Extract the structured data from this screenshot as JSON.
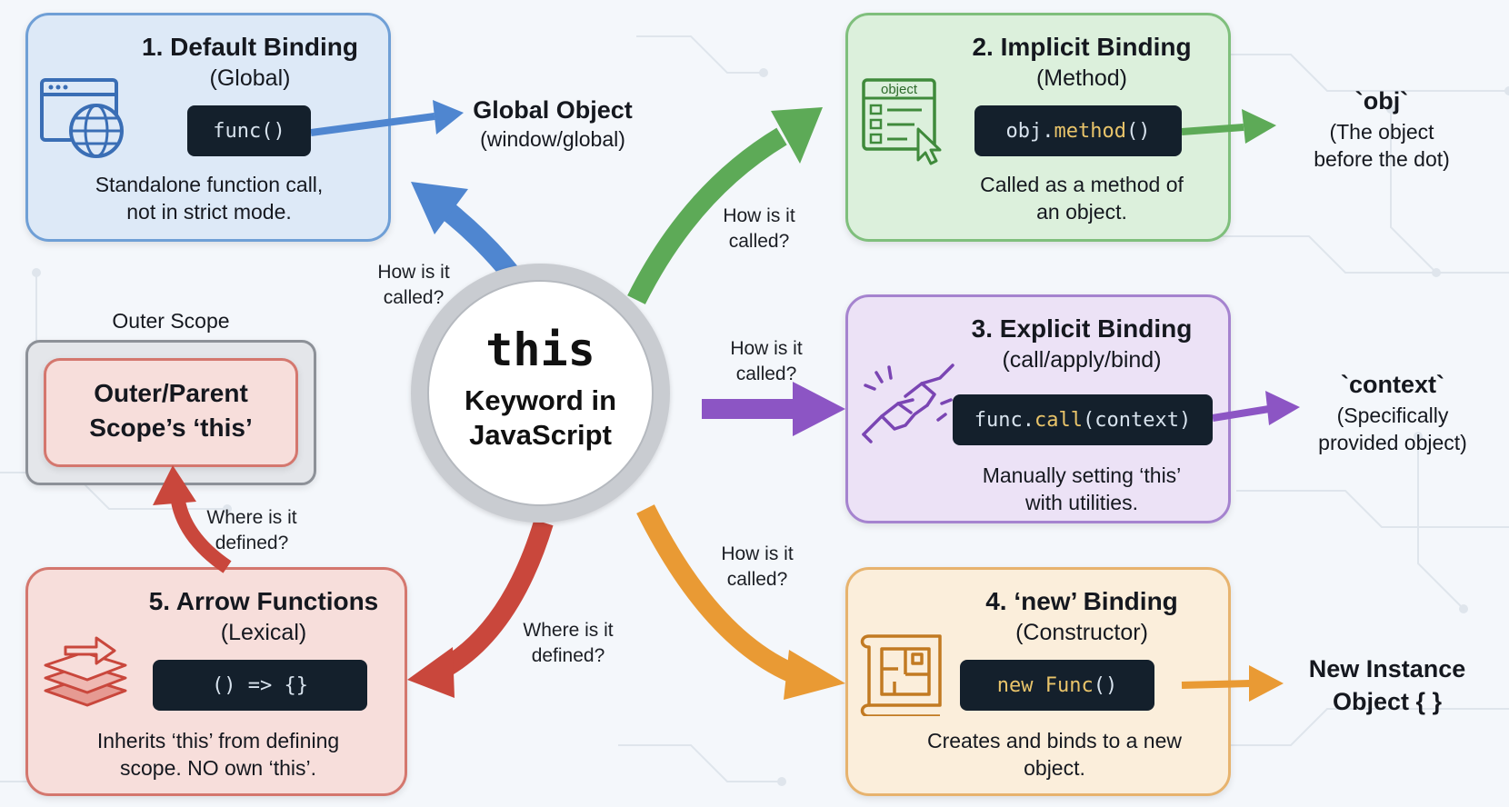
{
  "center": {
    "code": "this",
    "line1": "Keyword in",
    "line2": "JavaScript"
  },
  "boxes": {
    "default": {
      "title": "1. Default Binding",
      "subtitle": "(Global)",
      "code": "func()",
      "desc1": "Standalone function call,",
      "desc2": "not in strict mode.",
      "result_title": "Global Object",
      "result_desc": "(window/global)",
      "arrow_label1": "How is it",
      "arrow_label2": "called?"
    },
    "implicit": {
      "title": "2. Implicit Binding",
      "subtitle": "(Method)",
      "code_obj": "obj.",
      "code_method": "method",
      "code_parens": "()",
      "icon_label": "object",
      "desc1": "Called as a method of",
      "desc2": "an object.",
      "result_title": "`obj`",
      "result_desc1": "(The object",
      "result_desc2": "before the dot)",
      "arrow_label1": "How is it",
      "arrow_label2": "called?"
    },
    "explicit": {
      "title": "3. Explicit Binding",
      "subtitle": "(call/apply/bind)",
      "code_func": "func.",
      "code_call": "call",
      "code_args": "(context)",
      "desc1": "Manually setting ‘this’",
      "desc2": "with utilities.",
      "result_title": "`context`",
      "result_desc1": "(Specifically",
      "result_desc2": "provided object)",
      "arrow_label1": "How is it",
      "arrow_label2": "called?"
    },
    "new": {
      "title": "4. ‘new’ Binding",
      "subtitle": "(Constructor)",
      "code_new": "new",
      "code_func": " Func",
      "code_parens": "()",
      "desc1": "Creates and binds to a new",
      "desc2": "object.",
      "result_title1": "New Instance",
      "result_title2": "Object { }",
      "arrow_label1": "How is it",
      "arrow_label2": "called?"
    },
    "arrow": {
      "title": "5. Arrow Functions",
      "subtitle": "(Lexical)",
      "code": "() => {}",
      "desc1": "Inherits ‘this’ from defining",
      "desc2": "scope. NO own ‘this’.",
      "arrow_label1": "Where is it",
      "arrow_label2": "defined?"
    },
    "outer": {
      "caption": "Outer Scope",
      "inner1": "Outer/Parent",
      "inner2": "Scope’s ‘this’",
      "arrow_label1": "Where is it",
      "arrow_label2": "defined?"
    }
  },
  "colors": {
    "blue": "#4f86d0",
    "green": "#5daa57",
    "purple": "#8c55c4",
    "orange": "#e99a34",
    "red": "#c9473c",
    "code_bg": "#14202c"
  }
}
